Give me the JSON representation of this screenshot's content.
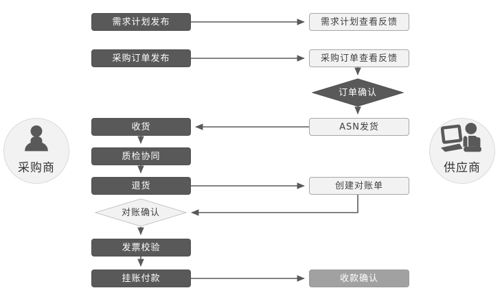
{
  "diagram_title": "",
  "actors": {
    "buyer": {
      "label": "采购商",
      "icon": "person-icon"
    },
    "supplier": {
      "label": "供应商",
      "icon": "person-laptop-icon"
    }
  },
  "flow": {
    "buyer_nodes": [
      {
        "id": "demand-plan-release",
        "label": "需求计划发布",
        "type": "process",
        "style": "dark"
      },
      {
        "id": "purchase-order-release",
        "label": "采购订单发布",
        "type": "process",
        "style": "dark"
      },
      {
        "id": "receive-goods",
        "label": "收货",
        "type": "process",
        "style": "dark"
      },
      {
        "id": "quality-inspection",
        "label": "质检协同",
        "type": "process",
        "style": "dark"
      },
      {
        "id": "return-goods",
        "label": "退货",
        "type": "process",
        "style": "dark"
      },
      {
        "id": "reconciliation-confirm",
        "label": "对账确认",
        "type": "decision",
        "style": "light"
      },
      {
        "id": "invoice-verification",
        "label": "发票校验",
        "type": "process",
        "style": "dark"
      },
      {
        "id": "payment-on-account",
        "label": "挂账付款",
        "type": "process",
        "style": "dark"
      }
    ],
    "supplier_nodes": [
      {
        "id": "demand-plan-view-feedback",
        "label": "需求计划查看反馈",
        "type": "process",
        "style": "light"
      },
      {
        "id": "purchase-order-view-feedback",
        "label": "采购订单查看反馈",
        "type": "process",
        "style": "light"
      },
      {
        "id": "order-confirm",
        "label": "订单确认",
        "type": "decision",
        "style": "dark"
      },
      {
        "id": "asn-shipping",
        "label": "ASN发货",
        "type": "process",
        "style": "light"
      },
      {
        "id": "create-reconciliation-statement",
        "label": "创建对账单",
        "type": "process",
        "style": "light"
      },
      {
        "id": "payment-receipt-confirm",
        "label": "收款确认",
        "type": "process",
        "style": "medium"
      }
    ],
    "edges": [
      {
        "from": "demand-plan-release",
        "to": "demand-plan-view-feedback"
      },
      {
        "from": "purchase-order-release",
        "to": "purchase-order-view-feedback"
      },
      {
        "from": "purchase-order-view-feedback",
        "to": "order-confirm"
      },
      {
        "from": "order-confirm",
        "to": "asn-shipping"
      },
      {
        "from": "asn-shipping",
        "to": "receive-goods"
      },
      {
        "from": "receive-goods",
        "to": "quality-inspection"
      },
      {
        "from": "quality-inspection",
        "to": "return-goods"
      },
      {
        "from": "return-goods",
        "to": "create-reconciliation-statement"
      },
      {
        "from": "create-reconciliation-statement",
        "to": "reconciliation-confirm"
      },
      {
        "from": "reconciliation-confirm",
        "to": "invoice-verification"
      },
      {
        "from": "invoice-verification",
        "to": "payment-on-account"
      },
      {
        "from": "payment-on-account",
        "to": "payment-receipt-confirm"
      }
    ]
  },
  "colors": {
    "background": "#ffffff",
    "dark_node_fill": "#595959",
    "medium_node_fill": "#a1a1a1",
    "light_node_fill": "#f2f2f2",
    "light_node_border": "#a6a6a6",
    "light_diamond_border": "#c4c4c4",
    "arrow": "#595959",
    "node_text_on_dark": "#ffffff",
    "node_text_on_light": "#3f3f3f",
    "actor_circle_fill": "#f2f2f2",
    "actor_circle_border": "#d9d9d9",
    "actor_icon": "#595959",
    "actor_label_text": "#333333"
  }
}
